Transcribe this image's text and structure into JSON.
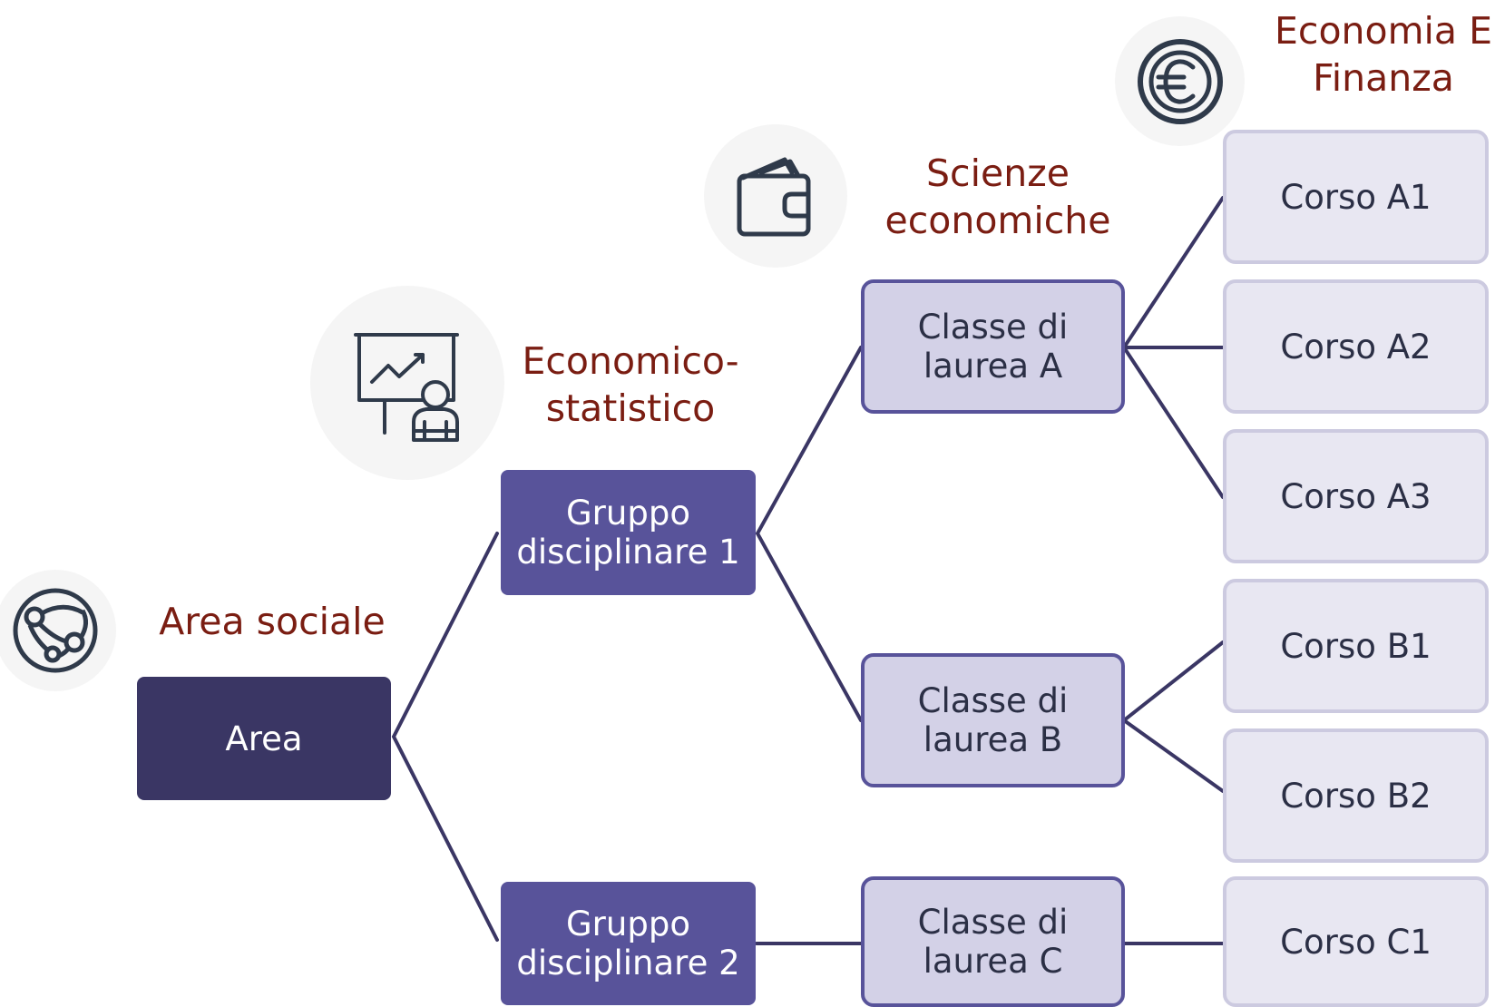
{
  "diagram": {
    "nodes": {
      "area": "Area",
      "gruppo_1": "Gruppo\ndisciplinare 1",
      "gruppo_2": "Gruppo\ndisciplinare 2",
      "classe_a": "Classe di\nlaurea A",
      "classe_b": "Classe di\nlaurea B",
      "classe_c": "Classe di\nlaurea C",
      "corso_a1": "Corso A1",
      "corso_a2": "Corso A2",
      "corso_a3": "Corso A3",
      "corso_b1": "Corso B1",
      "corso_b2": "Corso B2",
      "corso_c1": "Corso C1"
    },
    "captions": {
      "area": "Area sociale",
      "gruppo": "Economico-\nstatistico",
      "classe": "Scienze\neconomiche",
      "corso": "Economia E\nFinanza"
    },
    "icons": {
      "area": "network-globe-icon",
      "gruppo": "presentation-chart-icon",
      "classe": "wallet-icon",
      "corso": "euro-coin-icon"
    },
    "colors": {
      "area_fill": "#3a3664",
      "gruppo_fill": "#58539a",
      "classe_fill": "#d3d1e7",
      "classe_border": "#58539a",
      "corso_fill": "#e8e7f2",
      "corso_border": "#cccae0",
      "caption_text": "#7a1d12",
      "connector": "#3a3664",
      "icon_stroke": "#2f3a4a"
    }
  }
}
